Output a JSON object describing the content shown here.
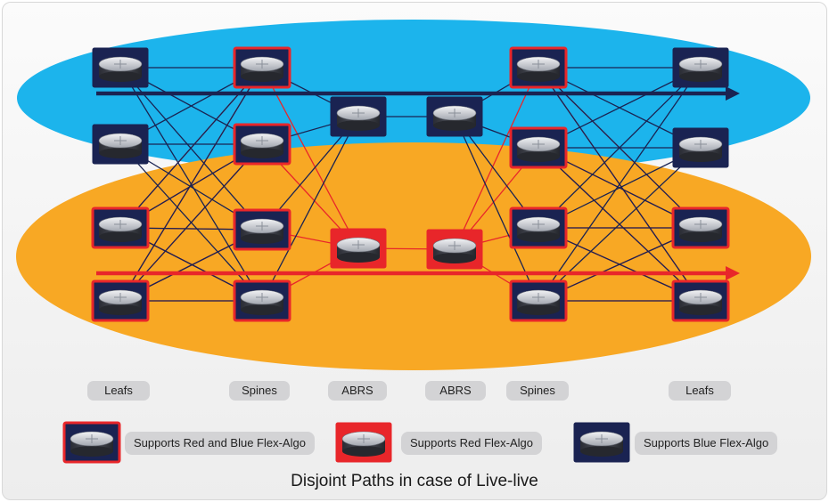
{
  "layer_labels": [
    "Leafs",
    "Spines",
    "ABRS",
    "ABRS",
    "Spines",
    "Leafs"
  ],
  "legend": [
    {
      "label": "Supports Red and Blue Flex-Algo",
      "frame": "both"
    },
    {
      "label": "Supports Red Flex-Algo",
      "frame": "red"
    },
    {
      "label": "Supports Blue Flex-Algo",
      "frame": "blue"
    }
  ],
  "caption": "Disjoint Paths in case of Live-live",
  "colors": {
    "blue_domain": "#1cb4ec",
    "orange_domain": "#f8a824",
    "red_algo": "#e8262a",
    "blue_algo": "#1a2352",
    "label_pill": "#d3d3d5"
  },
  "icons": {
    "router": "router-icon",
    "blue_path_arrow": "blue-path-arrow",
    "red_path_arrow": "red-path-arrow"
  }
}
